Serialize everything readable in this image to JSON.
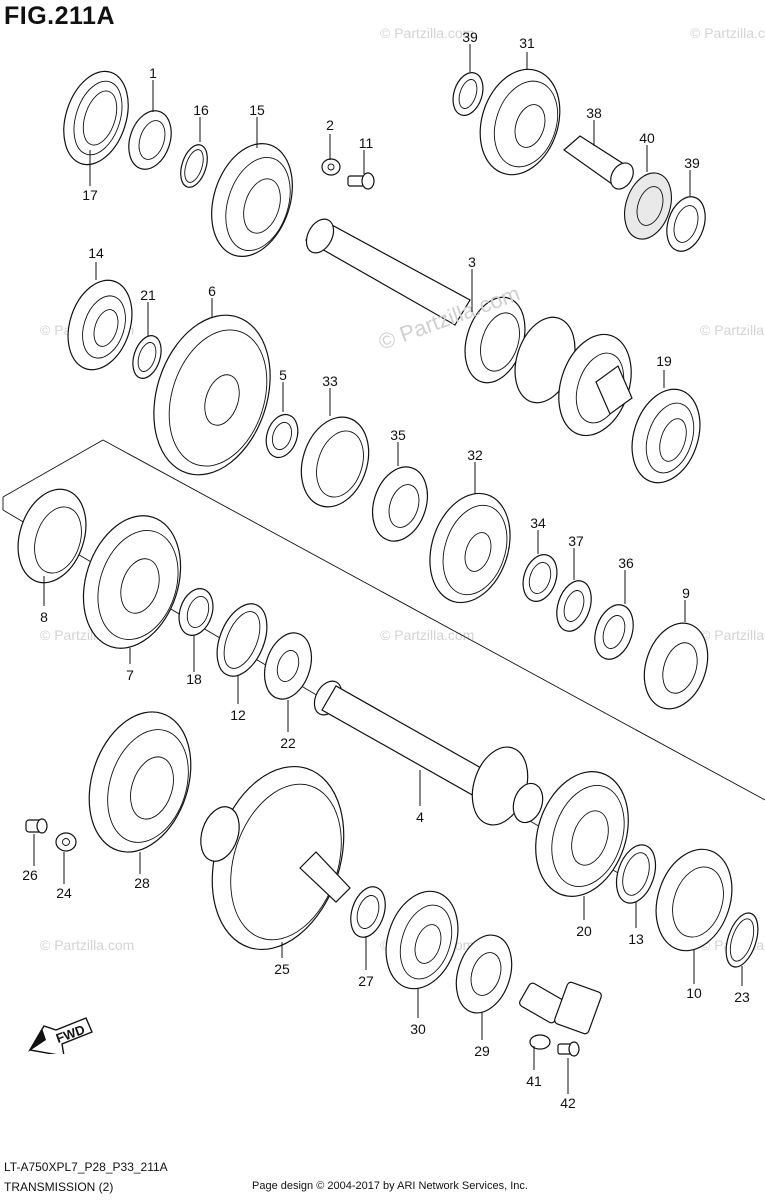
{
  "figure": {
    "title": "FIG.211A"
  },
  "callouts": {
    "p1": "1",
    "p2": "2",
    "p3": "3",
    "p4": "4",
    "p5": "5",
    "p6": "6",
    "p7": "7",
    "p8": "8",
    "p9": "9",
    "p10": "10",
    "p11": "11",
    "p12": "12",
    "p13": "13",
    "p14": "14",
    "p15": "15",
    "p16": "16",
    "p17": "17",
    "p18": "18",
    "p19": "19",
    "p20": "20",
    "p21": "21",
    "p22": "22",
    "p23": "23",
    "p24": "24",
    "p25": "25",
    "p26": "26",
    "p27": "27",
    "p28": "28",
    "p29": "29",
    "p30": "30",
    "p31": "31",
    "p32": "32",
    "p33": "33",
    "p34": "34",
    "p35": "35",
    "p36": "36",
    "p37": "37",
    "p38": "38",
    "p39a": "39",
    "p39b": "39",
    "p40": "40",
    "p41": "41",
    "p42": "42"
  },
  "watermark": {
    "text_main": "© Partzilla.com",
    "text_faint": "© Partzilla.com"
  },
  "direction_badge": {
    "label": "FWD"
  },
  "footer": {
    "model_code": "LT-A750XPL7_P28_P33_211A",
    "section": "TRANSMISSION (2)",
    "copyright": "Page design © 2004-2017 by ARI Network Services, Inc."
  }
}
